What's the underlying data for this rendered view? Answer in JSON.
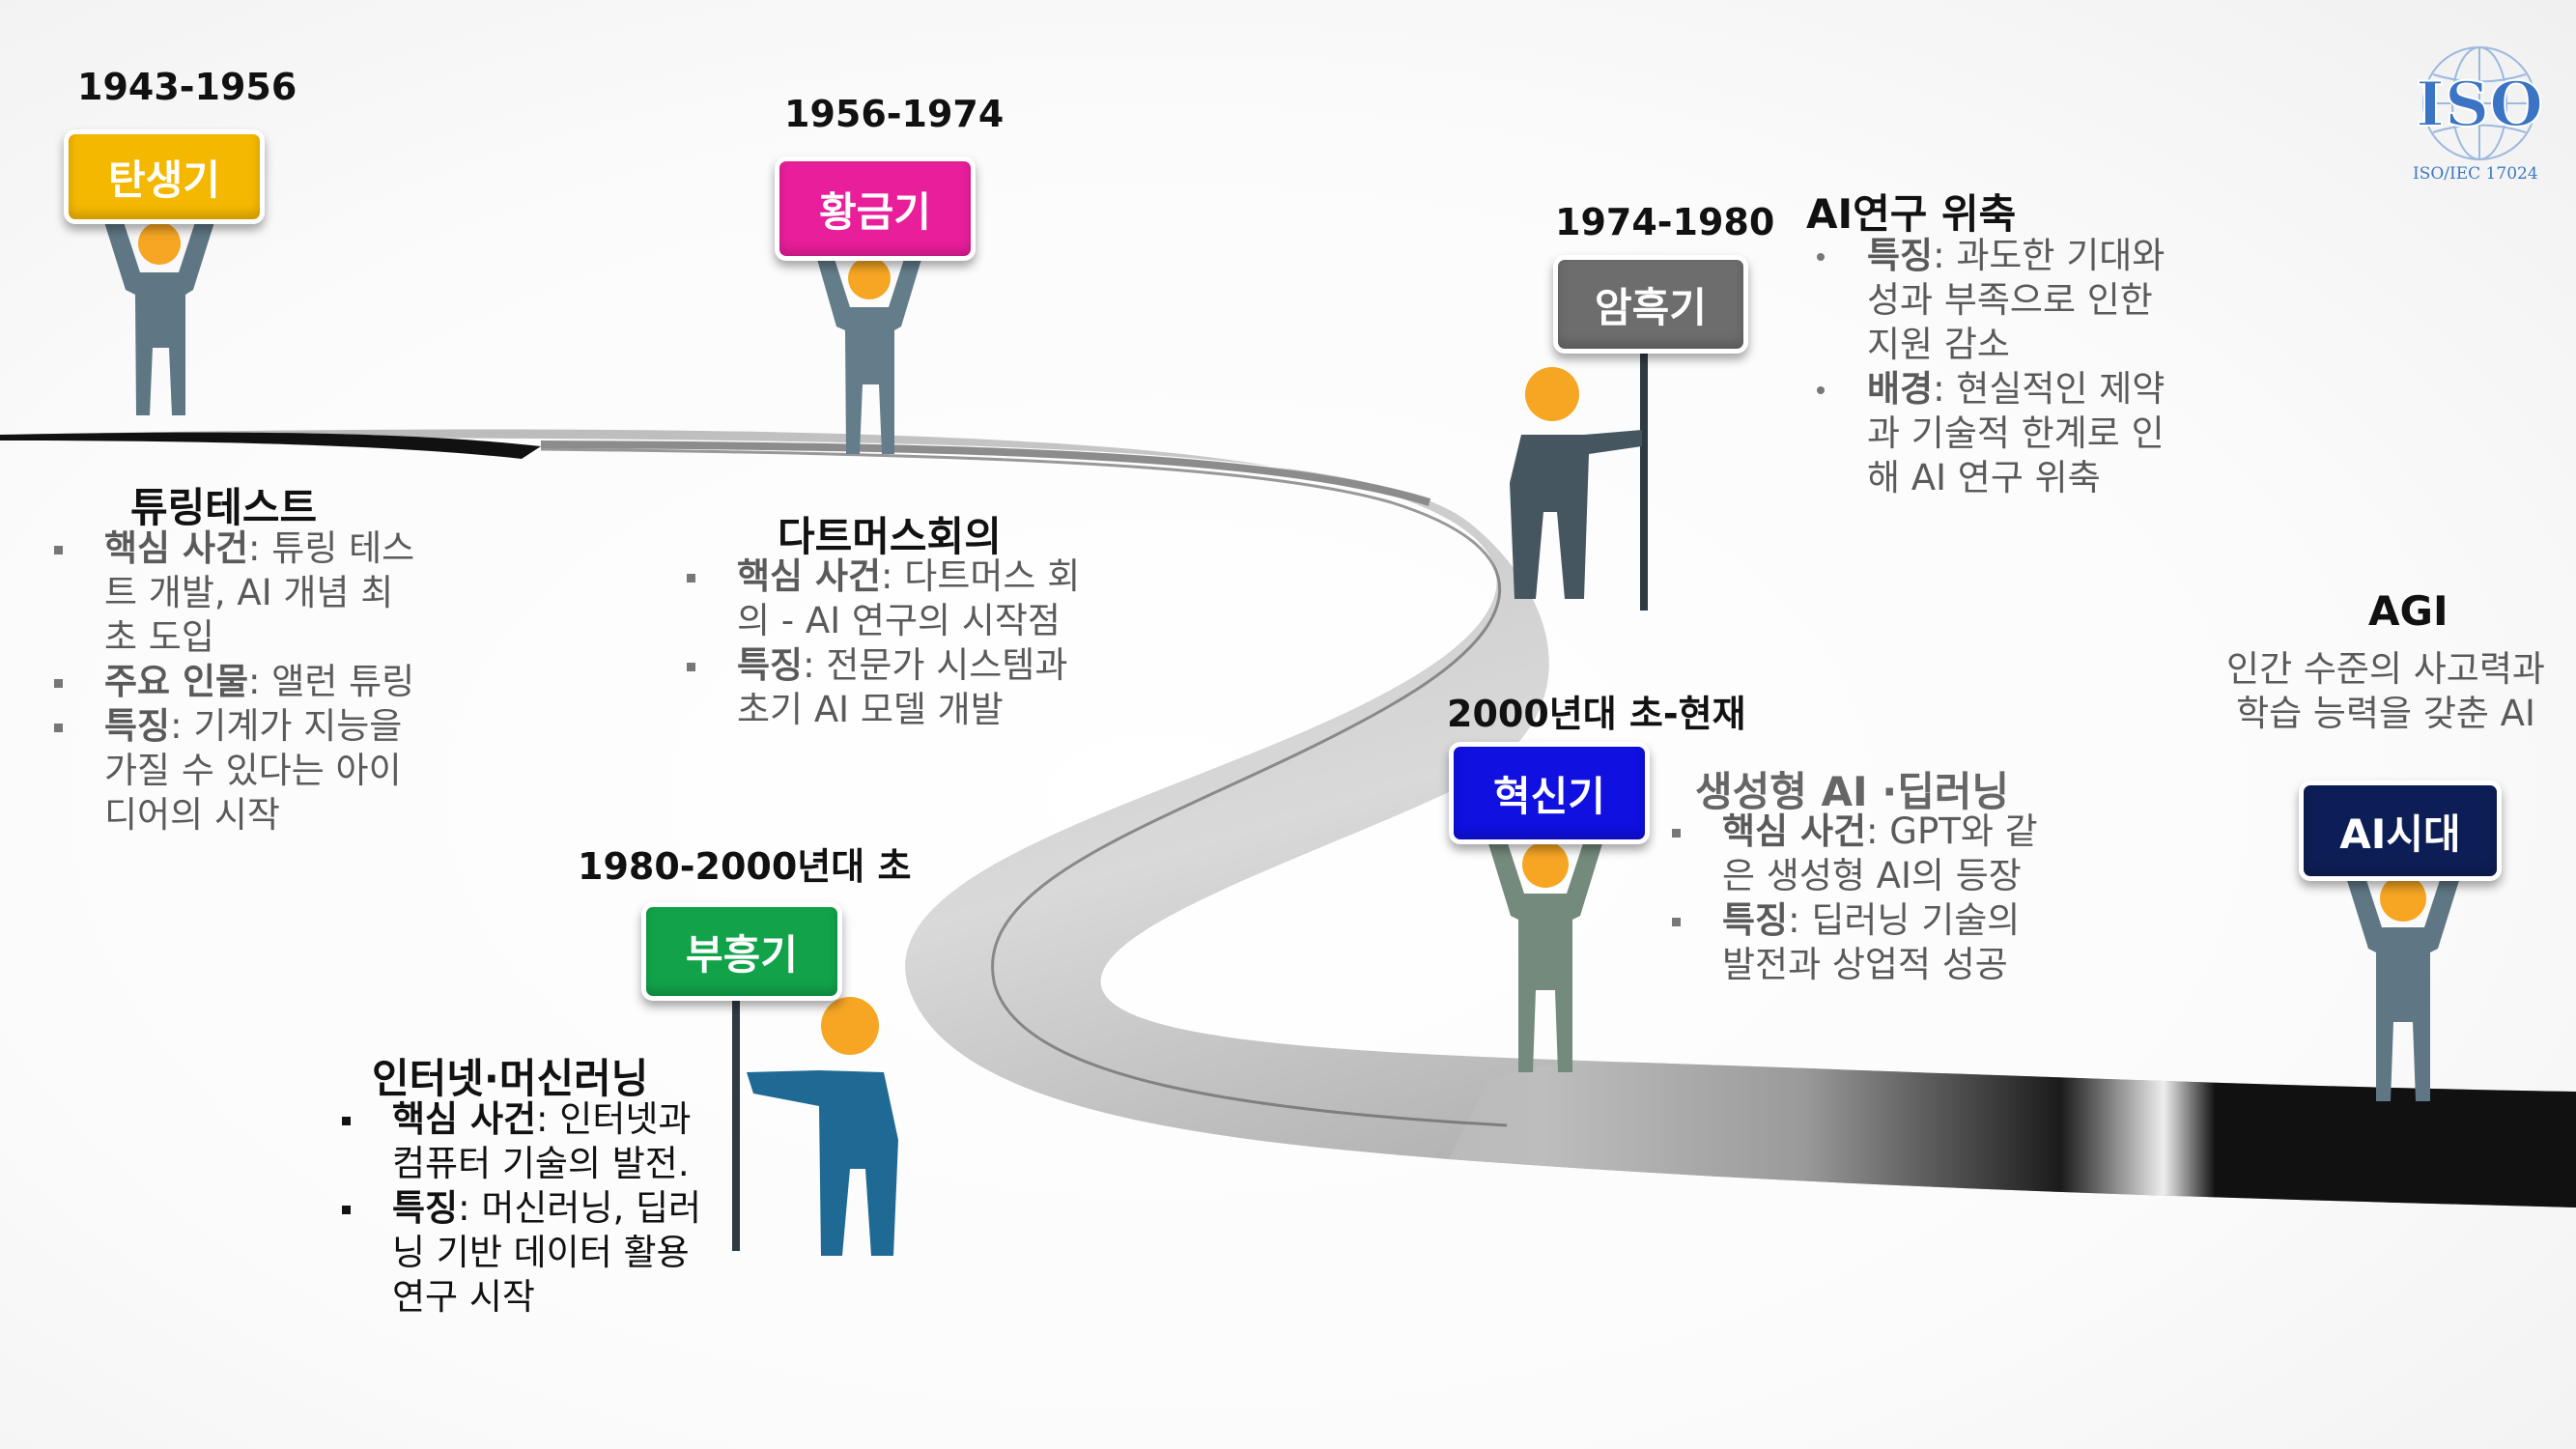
{
  "logo": {
    "name": "ISO",
    "subtitle": "ISO/IEC 17024"
  },
  "stages": [
    {
      "years": "1943-1956",
      "sign": "탄생기",
      "color": "#f5b800",
      "heading": "튜링테스트",
      "points": [
        {
          "label": "핵심 사건",
          "text": ": 튜링 테스트 개발, AI 개념 최초 도입"
        },
        {
          "label": "주요 인물",
          "text": ": 앨런 튜링"
        },
        {
          "label": "특징",
          "text": ": 기계가 지능을 가질 수 있다는 아이디어의 시작"
        }
      ]
    },
    {
      "years": "1956-1974",
      "sign": "황금기",
      "color": "#e91e9a",
      "heading": "다트머스회의",
      "points": [
        {
          "label": "핵심 사건",
          "text": ": 다트머스 회의 - AI 연구의 시작점"
        },
        {
          "label": "특징",
          "text": ": 전문가 시스템과 초기 AI 모델 개발"
        }
      ]
    },
    {
      "years": "1974-1980",
      "sign": "암흑기",
      "color": "#6d6d6d",
      "heading": "AI연구 위축",
      "points": [
        {
          "label": "특징",
          "text": ": 과도한 기대와 성과 부족으로 인한 지원 감소"
        },
        {
          "label": "배경",
          "text": ": 현실적인 제약과 기술적 한계로 인해 AI 연구 위축"
        }
      ]
    },
    {
      "years": "1980-2000년대 초",
      "sign": "부흥기",
      "color": "#12a34a",
      "heading": "인터넷·머신러닝",
      "points": [
        {
          "label": "핵심 사건",
          "text": ": 인터넷과 컴퓨터 기술의 발전."
        },
        {
          "label": "특징",
          "text": ": 머신러닝, 딥러닝 기반 데이터 활용 연구 시작"
        }
      ]
    },
    {
      "years": "2000년대 초-현재",
      "sign": "혁신기",
      "color": "#1010e0",
      "heading": "생성형 AI ·딥러닝",
      "points": [
        {
          "label": "핵심 사건",
          "text": ": GPT와 같은 생성형 AI의 등장"
        },
        {
          "label": "특징",
          "text": ": 딥러닝 기술의 발전과 상업적 성공"
        }
      ]
    },
    {
      "years": "AGI",
      "sign": "AI시대",
      "color": "#0c1e55",
      "description": "인간 수준의 사고력과 학습 능력을 갖춘 AI"
    }
  ]
}
